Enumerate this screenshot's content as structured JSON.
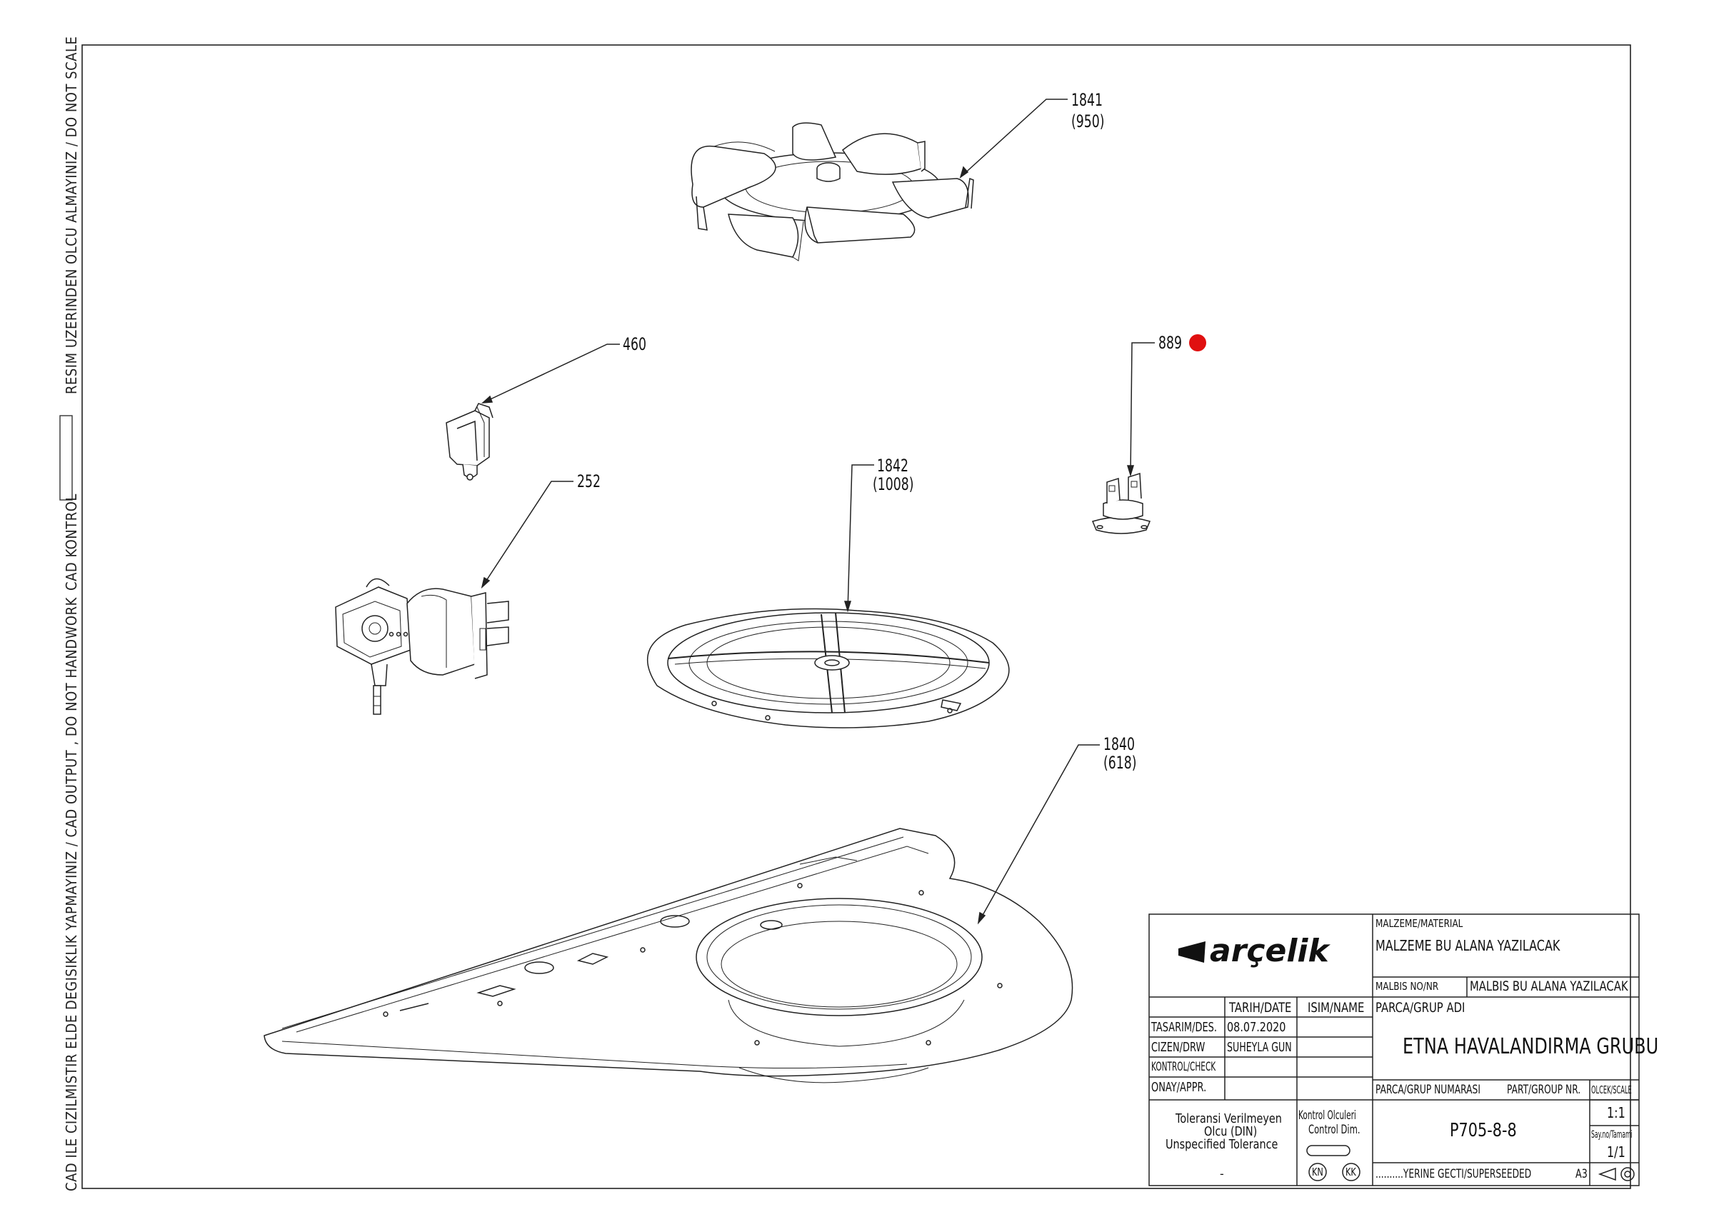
{
  "margin_notes": {
    "do_not_scale": "RESIM UZERINDEN OLCU ALMAYINIZ / DO NOT SCALE",
    "cad_kontrol": "CAD KONTROL",
    "do_not_handwork": "CAD ILE CIZILMISTIR ELDE DEGISIKLIK YAPMAYINIZ / CAD OUTPUT , DO NOT HANDWORK"
  },
  "callouts": {
    "fan": {
      "number": "1841",
      "ref": "(950)"
    },
    "clip": {
      "number": "460"
    },
    "thermostat": {
      "number": "889"
    },
    "motor": {
      "number": "252"
    },
    "fan_cover": {
      "number": "1842",
      "ref": "(1008)"
    },
    "housing": {
      "number": "1840",
      "ref": "(618)"
    }
  },
  "title_block": {
    "logo": "arçelik",
    "material_label": "MALZEME/MATERIAL",
    "material_value": "MALZEME BU ALANA YAZILACAK",
    "malbis_label": "MALBIS NO/NR",
    "malbis_value": "MALBIS BU ALANA YAZILACAK",
    "col_date": "TARIH/DATE",
    "col_name": "ISIM/NAME",
    "part_name_label": "PARCA/GRUP ADI",
    "part_name": "ETNA HAVALANDIRMA GRUBU",
    "row_design": "TASARIM/DES.",
    "design_date": "08.07.2020",
    "row_drawn": "CIZEN/DRW",
    "drawn_name": "SUHEYLA GUN",
    "row_check": "KONTROL/CHECK",
    "row_approve": "ONAY/APPR.",
    "part_number_label": "PARCA/GRUP NUMARASI",
    "part_number_label_en": "PART/GROUP NR.",
    "scale_label": "OLCEK/SCALE",
    "scale_value": "1:1",
    "tolerance_line1": "Toleransi Verilmeyen",
    "tolerance_line2": "Olcu (DIN)",
    "tolerance_line3": "Unspecified Tolerance",
    "tolerance_value": "-",
    "control_dim_line1": "Kontrol Olculeri",
    "control_dim_line2": "Control Dim.",
    "kn": "KN",
    "kk": "KK",
    "part_number": "P705-8-8",
    "sheet_label": "Say.no/Tamami",
    "sheet_value": "1/1",
    "superseded": "..........YERINE GECTI/SUPERSEEDED",
    "paper_size": "A3"
  },
  "colors": {
    "line": "#1a1a1a",
    "marker": "#e01010",
    "logo": "#111111"
  }
}
